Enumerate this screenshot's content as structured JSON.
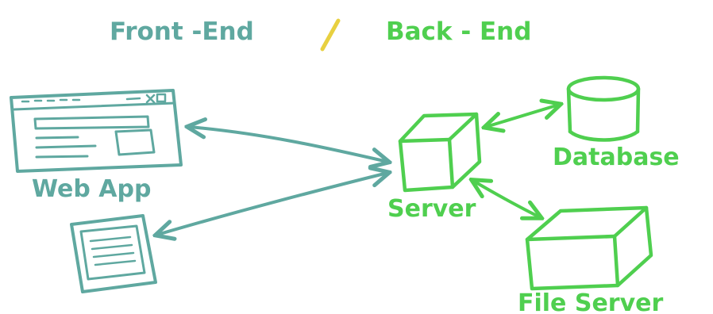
{
  "header": {
    "front_end": "Front -End",
    "back_end": "Back - End"
  },
  "nodes": {
    "web_app": "Web App",
    "server": "Server",
    "database": "Database",
    "file_server": "File Server"
  },
  "colors": {
    "front_end": "#5fa8a0",
    "back_end": "#4fcf4f",
    "divider": "#e8d040"
  },
  "icons": [
    "browser-window-icon",
    "tablet-document-icon",
    "server-box-icon",
    "database-cylinder-icon",
    "file-server-box-icon"
  ]
}
